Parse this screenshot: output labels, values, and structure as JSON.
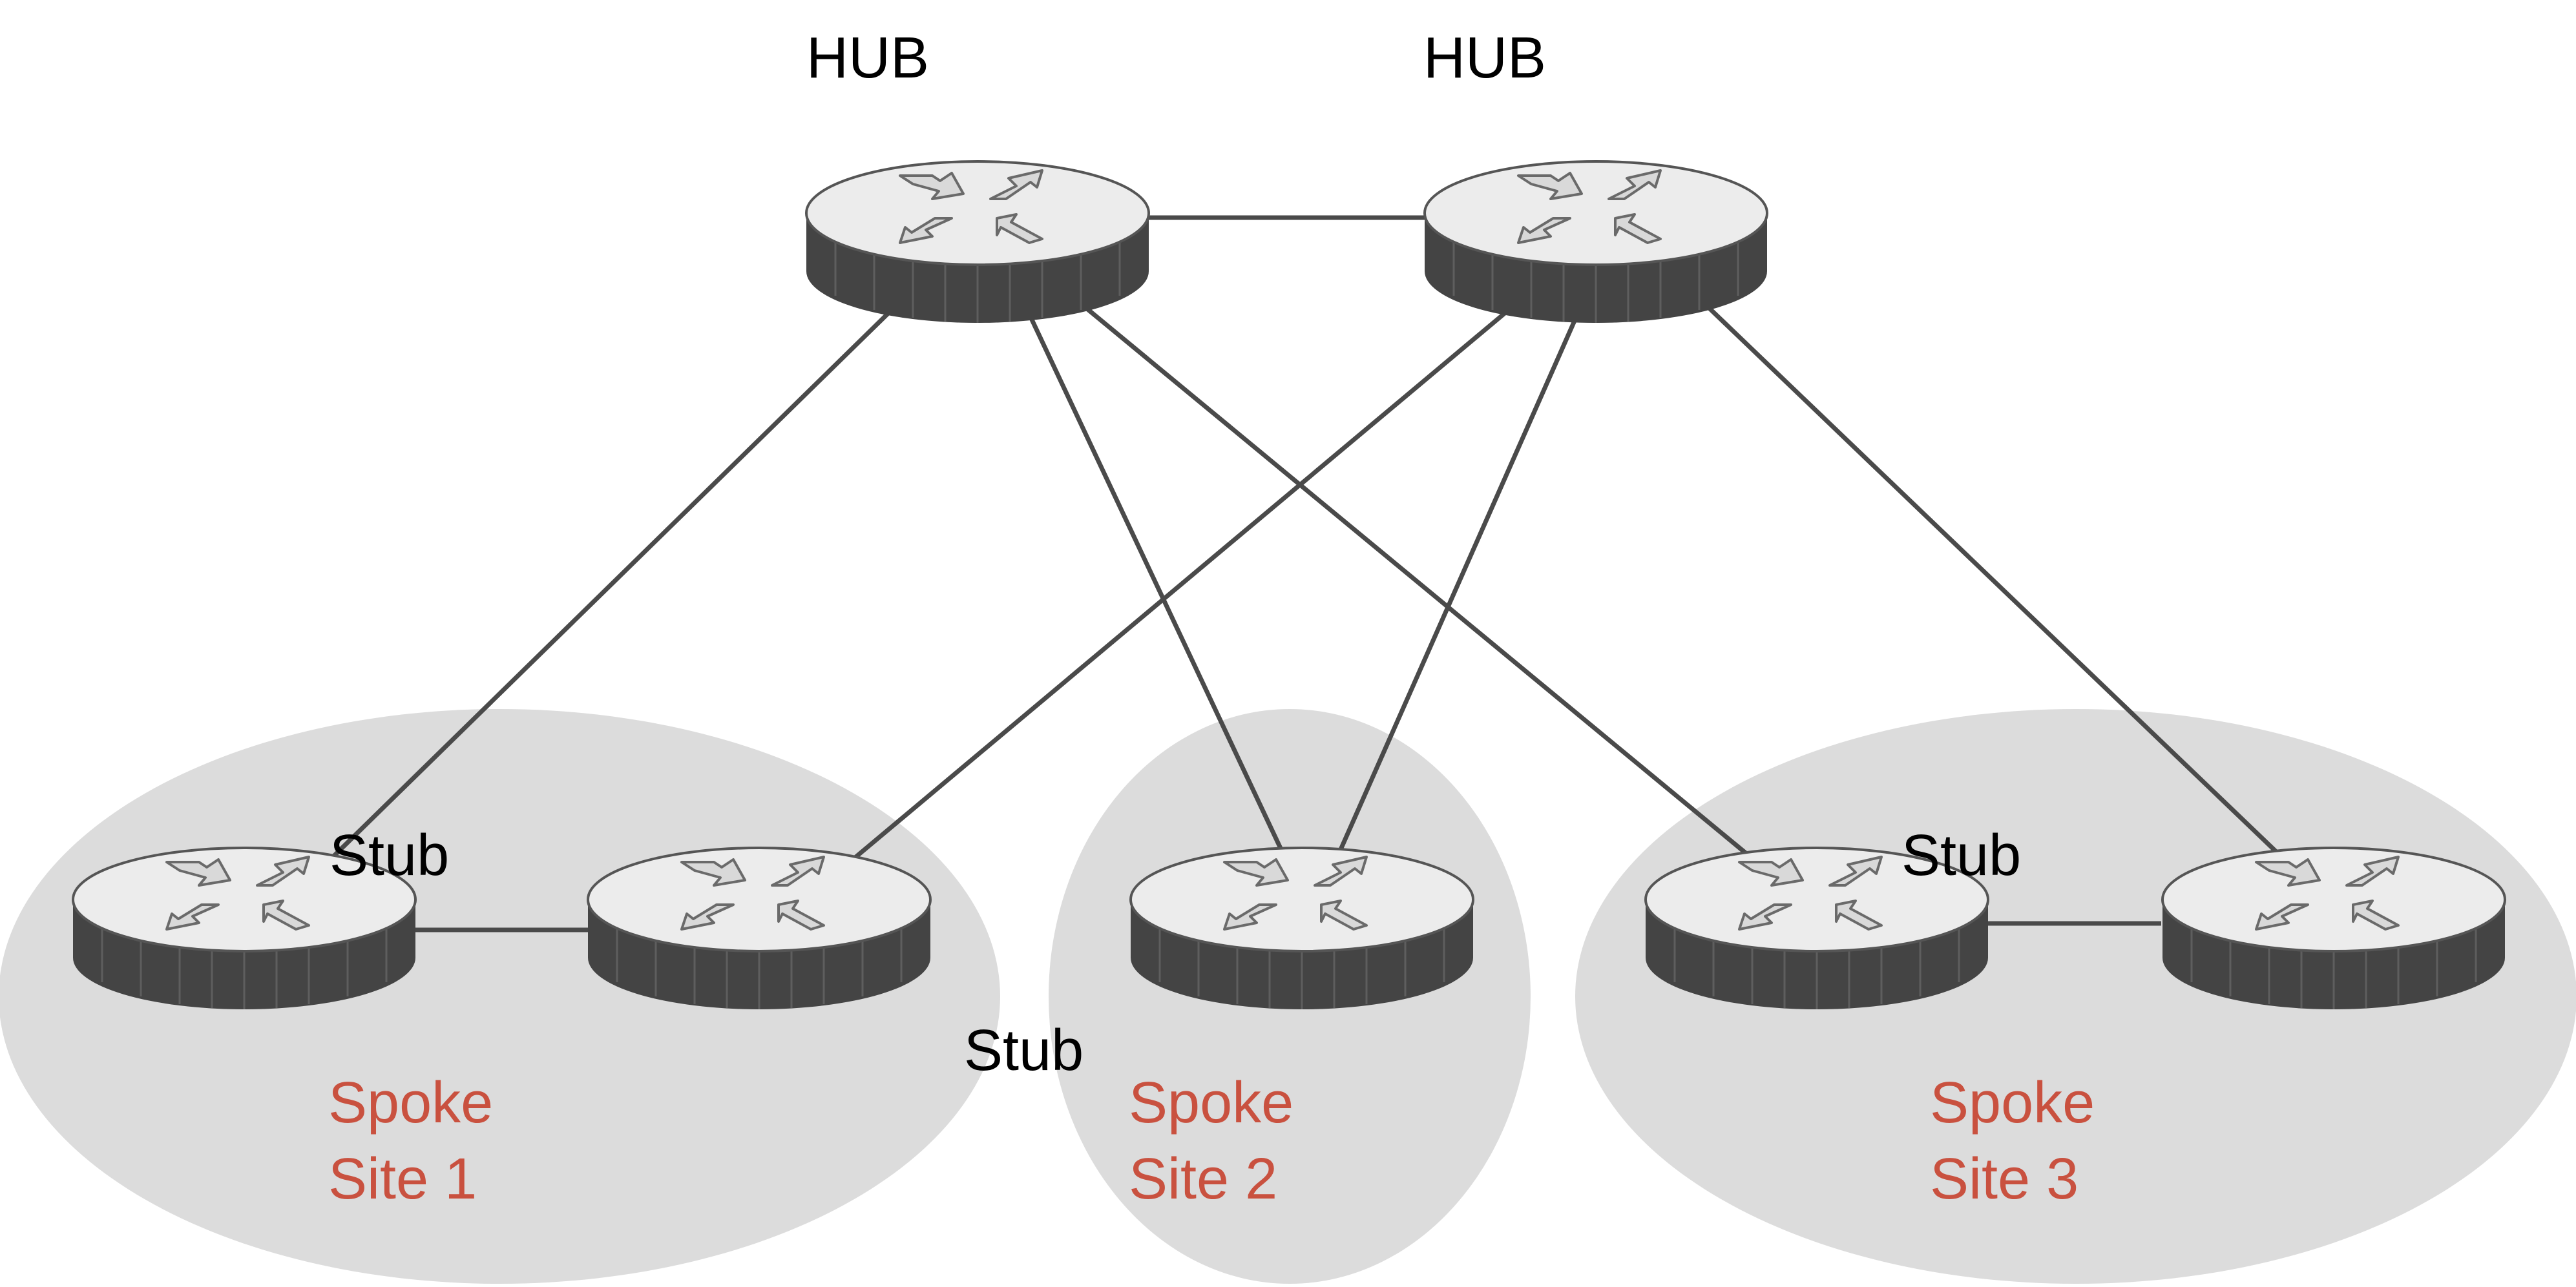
{
  "colors": {
    "site_fill": "#dcdcdc",
    "link": "#4a4a4a",
    "router_top": "#ececec",
    "router_side": "#444444",
    "arrow_fill": "#d9d9d9",
    "site_label": "#c9513f",
    "text": "#000000"
  },
  "hubs": [
    {
      "id": "hub1",
      "label": "HUB"
    },
    {
      "id": "hub2",
      "label": "HUB"
    }
  ],
  "spoke_routers": [
    {
      "id": "s1a",
      "label": "Stub"
    },
    {
      "id": "s1b",
      "label": ""
    },
    {
      "id": "s2",
      "label": "Stub"
    },
    {
      "id": "s3a",
      "label": "Stub"
    },
    {
      "id": "s3b",
      "label": ""
    }
  ],
  "sites": [
    {
      "id": "site1",
      "line1": "Spoke",
      "line2": "Site 1"
    },
    {
      "id": "site2",
      "line1": "Spoke",
      "line2": "Site 2"
    },
    {
      "id": "site3",
      "line1": "Spoke",
      "line2": "Site 3"
    }
  ],
  "links": [
    [
      "hub1",
      "hub2"
    ],
    [
      "hub1",
      "s1a"
    ],
    [
      "hub1",
      "s2"
    ],
    [
      "hub1",
      "s3a"
    ],
    [
      "hub2",
      "s1b"
    ],
    [
      "hub2",
      "s2"
    ],
    [
      "hub2",
      "s3b"
    ],
    [
      "s1a",
      "s1b"
    ],
    [
      "s3a",
      "s3b"
    ]
  ]
}
